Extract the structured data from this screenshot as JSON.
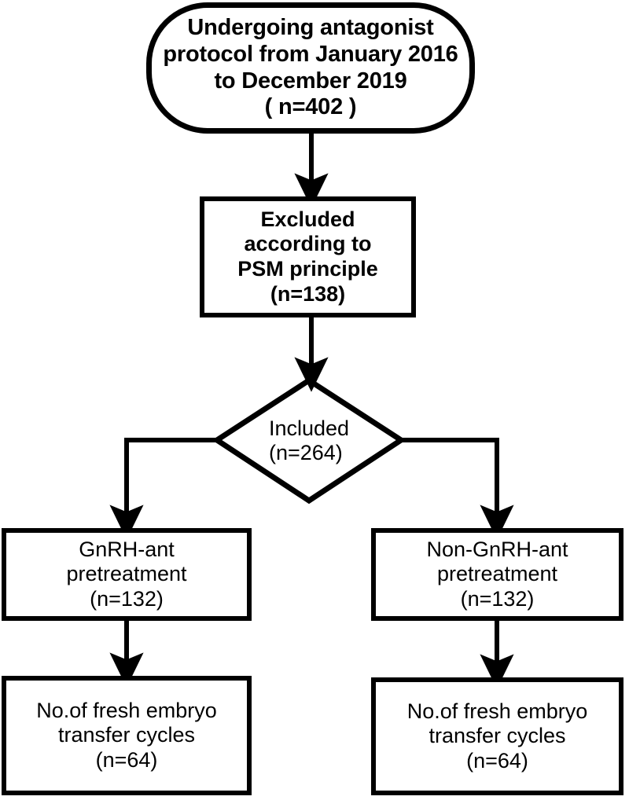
{
  "diagram": {
    "type": "flowchart",
    "title": "Study enrollment flow diagram",
    "stroke_color": "#000000",
    "fill_color": "#ffffff",
    "nodes": {
      "start": {
        "shape": "rounded-rectangle",
        "lines": [
          "Undergoing antagonist",
          "protocol from January 2016",
          "to December 2019",
          "( n=402 )"
        ]
      },
      "excluded": {
        "shape": "rectangle",
        "lines": [
          "Excluded",
          "according to",
          "PSM principle",
          "(n=138)"
        ]
      },
      "included": {
        "shape": "diamond",
        "lines": [
          "Included",
          "(n=264)"
        ]
      },
      "gnrh_ant": {
        "shape": "rectangle",
        "lines": [
          "GnRH-ant",
          "pretreatment",
          "(n=132)"
        ]
      },
      "non_gnrh_ant": {
        "shape": "rectangle",
        "lines": [
          "Non-GnRH-ant",
          "pretreatment",
          "(n=132)"
        ]
      },
      "left_cycles": {
        "shape": "rectangle",
        "lines": [
          "No.of fresh embryo",
          "transfer cycles",
          "(n=64)"
        ]
      },
      "right_cycles": {
        "shape": "rectangle",
        "lines": [
          "No.of fresh embryo",
          "transfer cycles",
          "(n=64)"
        ]
      }
    },
    "connectors": [
      {
        "name": "start-to-excluded",
        "from": "start",
        "to": "excluded",
        "arrow": "down"
      },
      {
        "name": "excluded-to-included",
        "from": "excluded",
        "to": "included",
        "arrow": "down"
      },
      {
        "name": "included-to-gnrh-ant",
        "from": "included",
        "to": "gnrh_ant",
        "arrow": "elbow-left-down"
      },
      {
        "name": "included-to-non-gnrh-ant",
        "from": "included",
        "to": "non_gnrh_ant",
        "arrow": "elbow-right-down"
      },
      {
        "name": "gnrh-ant-to-left-cycles",
        "from": "gnrh_ant",
        "to": "left_cycles",
        "arrow": "down"
      },
      {
        "name": "non-gnrh-ant-to-right-cycles",
        "from": "non_gnrh_ant",
        "to": "right_cycles",
        "arrow": "down"
      }
    ]
  }
}
